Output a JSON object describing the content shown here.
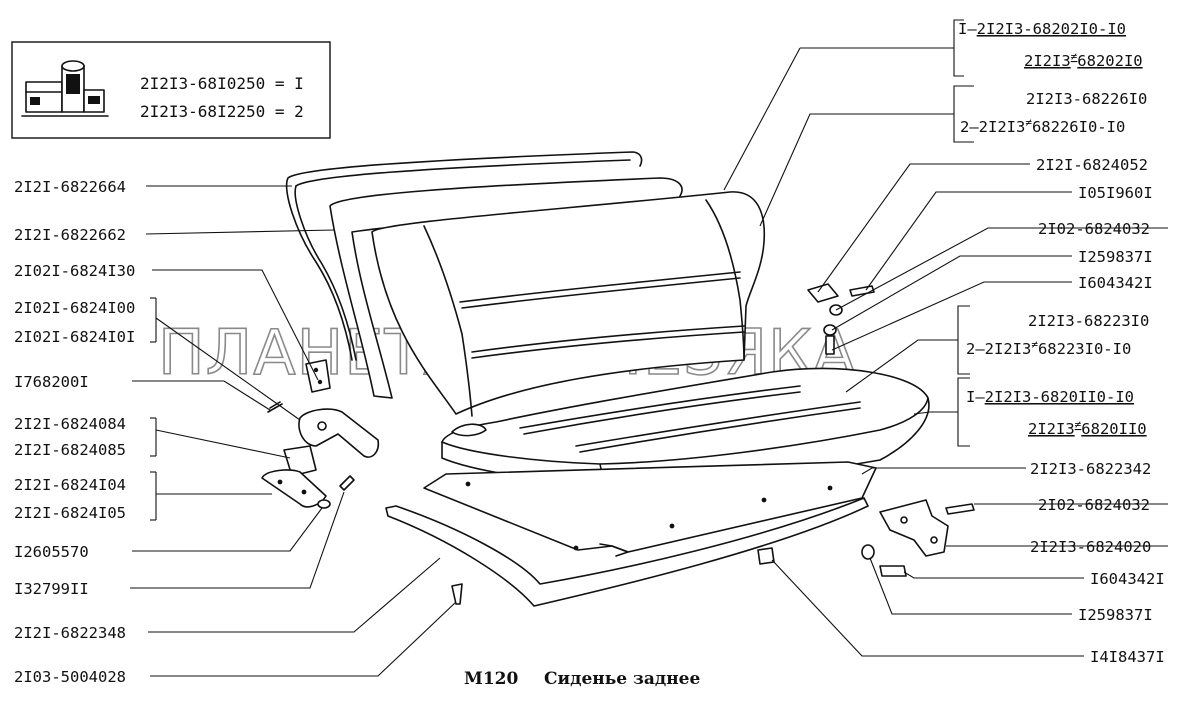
{
  "legend": {
    "line1": "2I2I3-68I0250 = I",
    "line2": "2I2I3-68I2250 = 2"
  },
  "watermark": "ПЛАНЕТА ЖЕЛЕЗЯКА",
  "caption": {
    "code": "M120",
    "title": "Сиденье заднее"
  },
  "left_labels": [
    "2I2I-6822664",
    "2I2I-6822662",
    "2I02I-6824I30",
    "2I02I-6824I00",
    "2I02I-6824I0I",
    "I768200I",
    "2I2I-6824084",
    "2I2I-6824085",
    "2I2I-6824I04",
    "2I2I-6824I05",
    "I2605570",
    "I32799II",
    "2I2I-6822348",
    "2I03-5004028"
  ],
  "right_labels": [
    "2I2I-6824052",
    "I05I960I",
    "2I02-6824032",
    "I259837I",
    "I604342I",
    "2I2I3-6822342",
    "2I02-6824032",
    "2I2I3-6824020",
    "I604342I",
    "I259837I",
    "I4I8437I"
  ],
  "groups": {
    "backrest_1": {
      "prefix": "I—",
      "code_a": "2I2I3-68202I0-I0",
      "code_b": "2I2I3",
      "sup": "≠",
      "code_b_tail": "68202I0"
    },
    "backrest_2": {
      "code_a": "2I2I3-68226I0",
      "prefix": "2—",
      "code_b": "2I2I3",
      "sup": "≠",
      "code_b_tail": "68226I0-I0"
    },
    "cushion_2": {
      "code_a": "2I2I3-68223I0",
      "prefix": "2—",
      "code_b": "2I2I3",
      "sup": "≠",
      "code_b_tail": "68223I0-I0"
    },
    "cushion_1": {
      "prefix": "I—",
      "code_a": "2I2I3-6820II0-I0",
      "code_b": "2I2I3",
      "sup": "≠",
      "code_b_tail": "6820II0"
    }
  }
}
